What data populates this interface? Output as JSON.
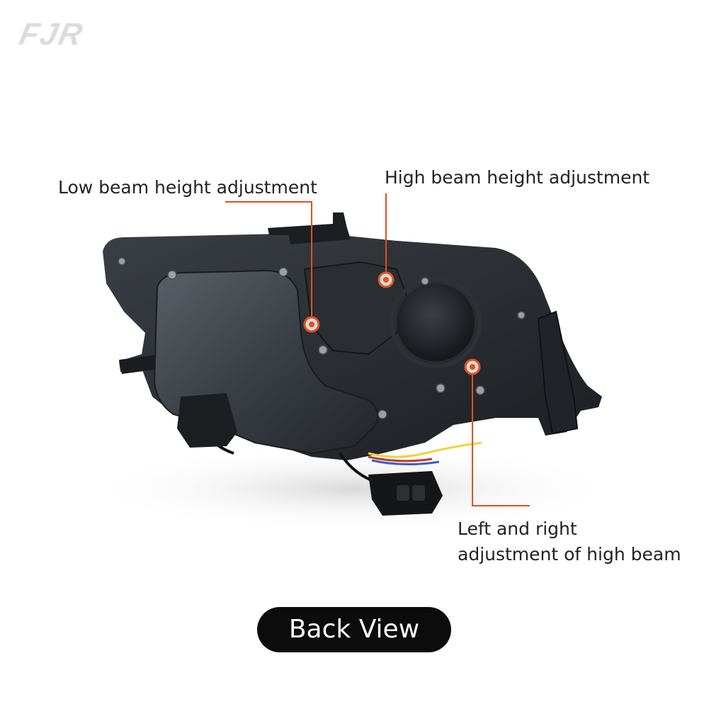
{
  "brand": {
    "logo_text": "FJR"
  },
  "annotations": {
    "low_beam": "Low beam height adjustment",
    "high_beam": "High beam height adjustment",
    "lr_line1": "Left and right",
    "lr_line2": "adjustment of high beam"
  },
  "caption": "Back View",
  "colors": {
    "accent": "#e0511f",
    "caption_bg": "#0c0c0c",
    "housing": "#2b2f33"
  }
}
